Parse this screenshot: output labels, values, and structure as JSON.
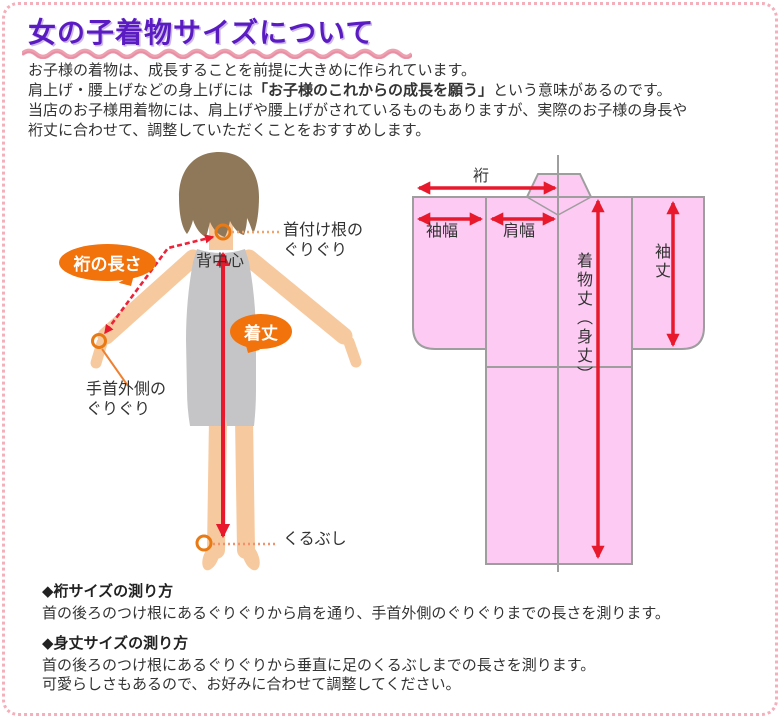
{
  "title": "女の子着物サイズについて",
  "intro": {
    "line1": "お子様の着物は、成長することを前提に大きめに作られています。",
    "line2_pre": "肩上げ・腰上げなどの身上げには",
    "line2_bold": "「お子様のこれからの成長を願う」",
    "line2_post": "という意味があるのです。",
    "line3": "当店のお子様用着物には、肩上げや腰上げがされているものもありますが、実際のお子様の身長や",
    "line4": "裄丈に合わせて、調整していただくことをおすすめします。"
  },
  "figure": {
    "bubble_yuki_length": "裄の長さ",
    "bubble_kitake": "着丈",
    "label_back_center": "背中心",
    "label_neck_bump": "首付け根の\nぐりぐり",
    "label_wrist_bump": "手首外側の\nぐりぐり",
    "label_ankle": "くるぶし"
  },
  "kimono": {
    "label_yuki": "裄",
    "label_sleeve_width": "袖幅",
    "label_shoulder_width": "肩幅",
    "label_kimono_length": "着物丈（身丈）",
    "label_sleeve_length": "袖丈"
  },
  "sections": [
    {
      "heading": "◆裄サイズの測り方",
      "line1": "首の後ろのつけ根にあるぐりぐりから肩を通り、手首外側のぐりぐりまでの長さを測ります。",
      "line2": ""
    },
    {
      "heading": "◆身丈サイズの測り方",
      "line1": "首の後ろのつけ根にあるぐりぐりから垂直に足のくるぶしまでの長さを測ります。",
      "line2": "可愛らしさもあるので、お好みに合わせて調整してください。"
    }
  ],
  "colors": {
    "title_purple": "#5a1cc2",
    "border_pink": "#f4afbb",
    "wave_pink": "#efa0b0",
    "bubble_orange": "#f2720c",
    "marker_orange": "#e97913",
    "arrow_red": "#e8192c",
    "kimono_pink": "#fdcaf3",
    "outline_gray": "#9e9e9e",
    "hair_brown": "#8f7859",
    "skin": "#f7c99e",
    "clothes_gray": "#c5c5c7",
    "text": "#333333"
  }
}
